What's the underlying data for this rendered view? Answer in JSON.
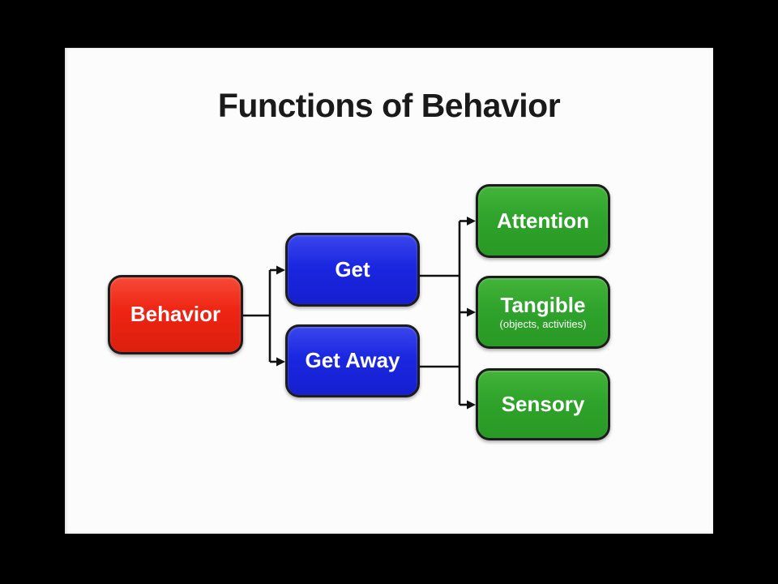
{
  "slide": {
    "title": "Functions of Behavior"
  },
  "theme": {
    "frame-bg": "#000000",
    "slide-bg": "#fcfcfc",
    "title-color": "#1a1a1a",
    "node-red": "#ee2413",
    "node-blue": "#1b27e0",
    "node-green": "#2fa32b",
    "node-border": "#1c1c1c",
    "node-text": "#ffffff",
    "connector": "#111111"
  },
  "diagram": {
    "nodes": {
      "behavior": {
        "label": "Behavior",
        "color": "#ee2413"
      },
      "get": {
        "label": "Get",
        "color": "#1b27e0"
      },
      "get_away": {
        "label": "Get Away",
        "color": "#1b27e0"
      },
      "attention": {
        "label": "Attention",
        "color": "#2fa32b"
      },
      "tangible": {
        "label": "Tangible",
        "sublabel": "(objects, activities)",
        "color": "#2fa32b"
      },
      "sensory": {
        "label": "Sensory",
        "color": "#2fa32b"
      }
    },
    "edges": [
      {
        "from": "Behavior",
        "to": "Get"
      },
      {
        "from": "Behavior",
        "to": "Get Away"
      },
      {
        "from": "Get",
        "to": "Attention"
      },
      {
        "from": "Get",
        "to": "Tangible"
      },
      {
        "from": "Get",
        "to": "Sensory"
      },
      {
        "from": "Get Away",
        "to": "Attention"
      },
      {
        "from": "Get Away",
        "to": "Tangible"
      },
      {
        "from": "Get Away",
        "to": "Sensory"
      }
    ]
  }
}
